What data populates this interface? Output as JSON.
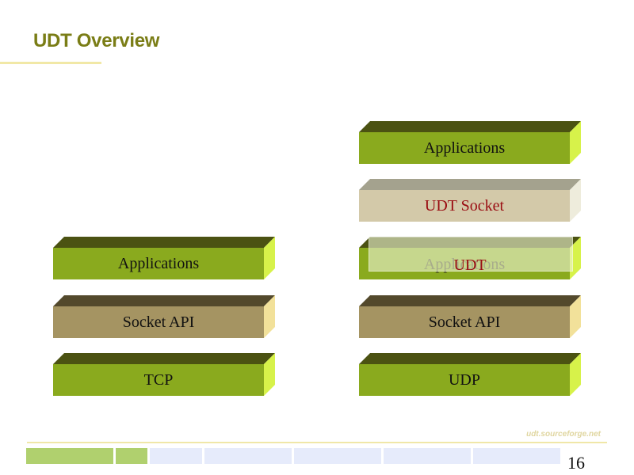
{
  "slide": {
    "title": "UDT Overview",
    "site": "udt.sourceforge.net",
    "page_number": "16"
  },
  "left_stack": {
    "applications": "Applications",
    "socket_api": "Socket API",
    "transport": "TCP"
  },
  "right_stack": {
    "applications": "Applications",
    "udt_socket": "UDT Socket",
    "hidden_applications": "Applications",
    "udt": "UDT",
    "socket_api": "Socket API",
    "transport": "UDP"
  },
  "colors": {
    "title": "#7a7d16",
    "block_green": "#8aaa1e",
    "block_khaki": "#a59462",
    "block_pale": "#d3c9a9",
    "udt_text": "#9a0c12"
  }
}
